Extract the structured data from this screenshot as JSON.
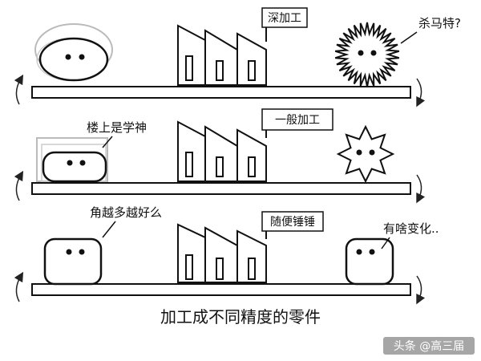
{
  "title": "加工成不同精度的零件",
  "watermark": "头条 @高三届",
  "rows": [
    {
      "sign": "深加工",
      "left_speech": "",
      "right_speech": "杀马特?"
    },
    {
      "sign": "一般加工",
      "left_speech": "楼上是学神",
      "right_speech": ""
    },
    {
      "sign": "随便锤锤",
      "left_speech": "角越多越好么",
      "right_speech": "有啥变化.."
    }
  ],
  "colors": {
    "line": "#111111",
    "face": "#ffffff",
    "background": "#ffffff"
  }
}
